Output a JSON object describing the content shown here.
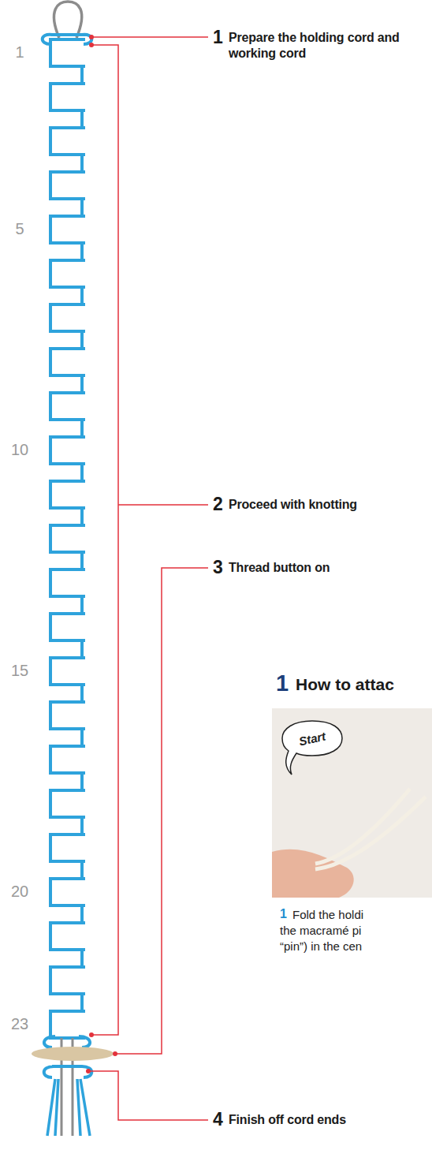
{
  "diagram": {
    "nodes": [
      {
        "text": [
          "Start"
        ]
      }
    ],
    "labels": [
      "1",
      "5",
      "10",
      "15",
      "20",
      "23",
      "1",
      "Prepare the holding cord and working cord",
      "2",
      "Proceed with knotting",
      "3",
      "Thread button on",
      "1",
      "How to attac",
      "1",
      "Fold the holdi the macramé pi “pin”) in the cen",
      "4",
      "Finish off cord ends"
    ]
  }
}
